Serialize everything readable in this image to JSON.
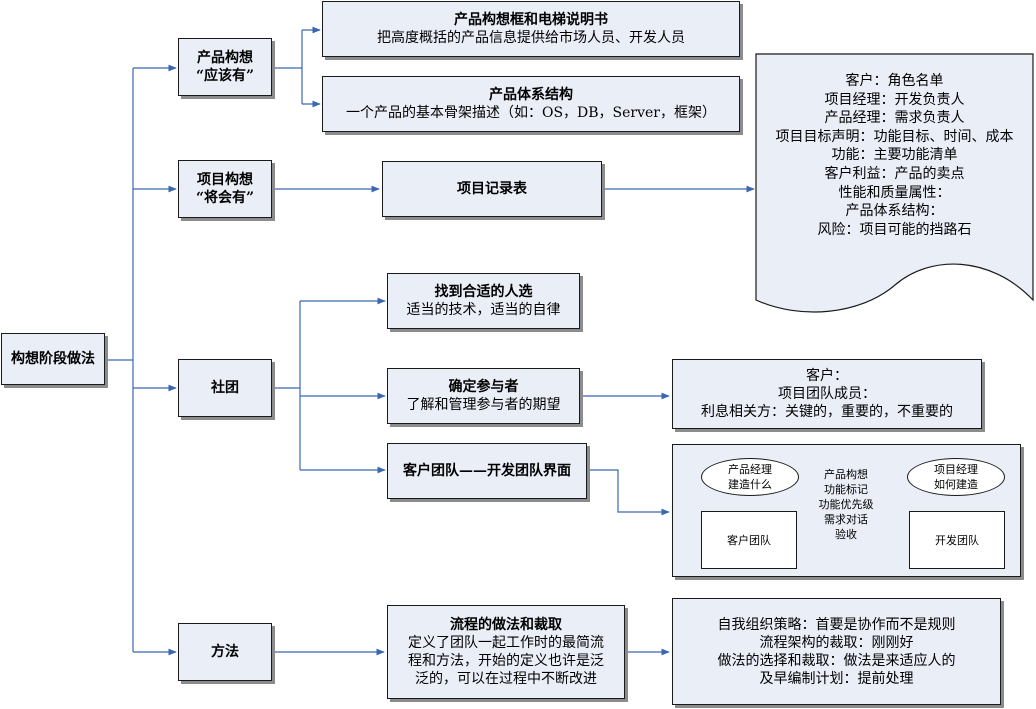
{
  "root": "构想阶段做法",
  "branches": {
    "product": {
      "line1": "产品构想",
      "line2": "“应该有”"
    },
    "project": {
      "line1": "项目构想",
      "line2": "“将会有”"
    },
    "community": {
      "label": "社团"
    },
    "method": {
      "label": "方法"
    }
  },
  "nodes": {
    "elevator": {
      "title": "产品构想框和电梯说明书",
      "desc": "把高度概括的产品信息提供给市场人员、开发人员"
    },
    "architecture": {
      "title": "产品体系结构",
      "desc": "一个产品的基本骨架描述（如：OS，DB，Server，框架）"
    },
    "record": {
      "title": "项目记录表"
    },
    "people": {
      "title": "找到合适的人选",
      "desc": "适当的技术，适当的自律"
    },
    "participants": {
      "title": "确定参与者",
      "desc": "了解和管理参与者的期望"
    },
    "interface": {
      "title": "客户团队——开发团队界面"
    },
    "process": {
      "title": "流程的做法和裁取",
      "desc": [
        "定义了团队一起工作时的最简流",
        "程和方法，开始的定义也许是泛",
        "泛的，可以在过程中不断改进"
      ]
    }
  },
  "record_doc": [
    "客户：角色名单",
    "项目经理：开发负责人",
    "产品经理：需求负责人",
    "项目目标声明：功能目标、时间、成本",
    "功能：主要功能清单",
    "客户利益：产品的卖点",
    "性能和质量属性：",
    "产品体系结构：",
    "风险：项目可能的挡路石"
  ],
  "participants_detail": [
    "客户：",
    "项目团队成员：",
    "利息相关方：关键的，重要的，不重要的"
  ],
  "interface_detail": {
    "pm_ellipse": [
      "产品经理",
      "建造什么"
    ],
    "proj_ellipse": [
      "项目经理",
      "如何建造"
    ],
    "center": [
      "产品构想",
      "功能标记",
      "功能优先级",
      "需求对话",
      "验收"
    ],
    "customer_team": "客户团队",
    "dev_team": "开发团队"
  },
  "method_detail": [
    "自我组织策略：首要是协作而不是规则",
    "流程架构的裁取：刚刚好",
    "做法的选择和裁取：做法是来适应人的",
    "及早编制计划：提前处理"
  ]
}
